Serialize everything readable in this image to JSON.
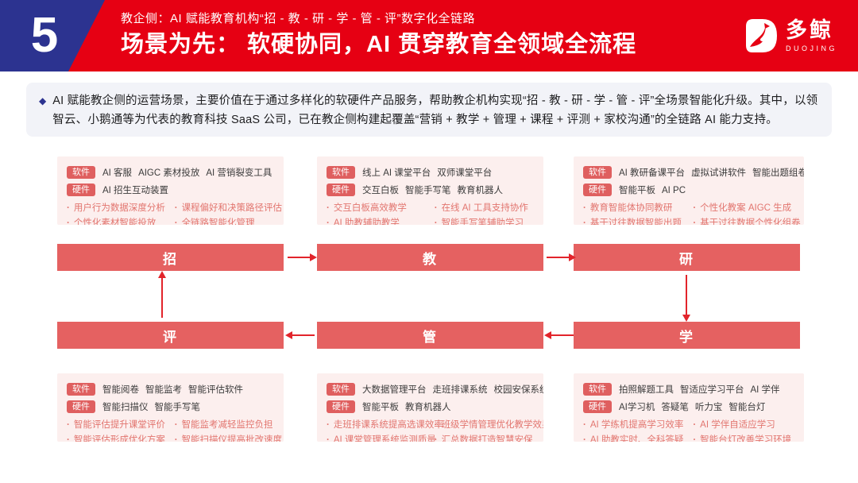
{
  "header": {
    "number": "5",
    "kicker": "教企侧：AI 赋能教育机构“招 - 教 - 研 - 学 - 管 - 评”数字化全链路",
    "title": "场景为先： 软硬协同，AI 贯穿教育全领域全流程",
    "logo": {
      "name": "多鲸",
      "sub": "DUOJING"
    }
  },
  "intro": {
    "marker": "◆",
    "text": "AI 赋能教企侧的运营场景，主要价值在于通过多样化的软硬件产品服务，帮助教企机构实现“招 - 教 - 研 - 学 - 管 - 评”全场景智能化升级。其中，以领智云、小鹅通等为代表的教育科技 SaaS 公司，已在教企侧构建起覆盖“营销 + 教学 + 管理 + 课程 + 评测 + 家校沟通”的全链路 AI 能力支持。"
  },
  "labels": {
    "software": "软件",
    "hardware": "硬件"
  },
  "flow": {
    "zhao": "招",
    "jiao": "教",
    "yan": "研",
    "xue": "学",
    "guan": "管",
    "ping": "评"
  },
  "cards": {
    "zhao": {
      "software": [
        "AI 客服",
        "AIGC 素材投放",
        "AI 营销裂变工具"
      ],
      "hardware": [
        "AI 招生互动装置"
      ],
      "bullets": [
        "用户行为数据深度分析",
        "课程偏好和决策路径评估",
        "个性化素材智能投放",
        "全链路智能化管理"
      ]
    },
    "jiao": {
      "software": [
        "线上 AI 课堂平台",
        "双师课堂平台"
      ],
      "hardware": [
        "交互白板",
        "智能手写笔",
        "教育机器人"
      ],
      "bullets": [
        "交互白板高效教学",
        "在线 AI 工具支持协作",
        "AI 助教辅助教学",
        "智能手写笔辅助学习"
      ]
    },
    "yan": {
      "software": [
        "AI 教研备课平台",
        "虚拟试讲软件",
        "智能出题组卷工具"
      ],
      "hardware": [
        "智能平板",
        "AI PC"
      ],
      "bullets": [
        "教育智能体协同教研",
        "个性化教案 AIGC 生成",
        "基于过往数据智能出题",
        "基于过往数据个性化组卷"
      ]
    },
    "ping": {
      "software": [
        "智能阅卷",
        "智能监考",
        "智能评估软件"
      ],
      "hardware": [
        "智能扫描仪",
        "智能手写笔"
      ],
      "bullets": [
        "智能评估提升课堂评价",
        "智能监考减轻监控负担",
        "智能评估形成优化方案",
        "智能扫描仪提高批改速度"
      ]
    },
    "guan": {
      "software": [
        "大数据管理平台",
        "走班排课系统",
        "校园安保系统"
      ],
      "hardware": [
        "智能平板",
        "教育机器人"
      ],
      "bullets": [
        "走班排课系统提高选课效率",
        "班级学情管理优化教学效果",
        "AI 课堂管理系统监测质量",
        "汇总数据打造智慧安保"
      ]
    },
    "xue": {
      "software": [
        "拍照解题工具",
        "智适应学习平台",
        "AI 学伴"
      ],
      "hardware": [
        "AI学习机",
        "答疑笔",
        "听力宝",
        "智能台灯"
      ],
      "bullets": [
        "AI 学练机提高学习效率",
        "AI 学伴自适应学习",
        "AI 助教实时、全科答疑",
        "智能台灯改善学习环境"
      ]
    }
  },
  "colors": {
    "header_red": "#e60013",
    "header_blue": "#2c3390",
    "card_bg": "#fcefee",
    "tag_bg": "#df5f5f",
    "flow_box": "#e56161",
    "arrow": "#e2242b",
    "bullet_text": "#e2756f"
  }
}
